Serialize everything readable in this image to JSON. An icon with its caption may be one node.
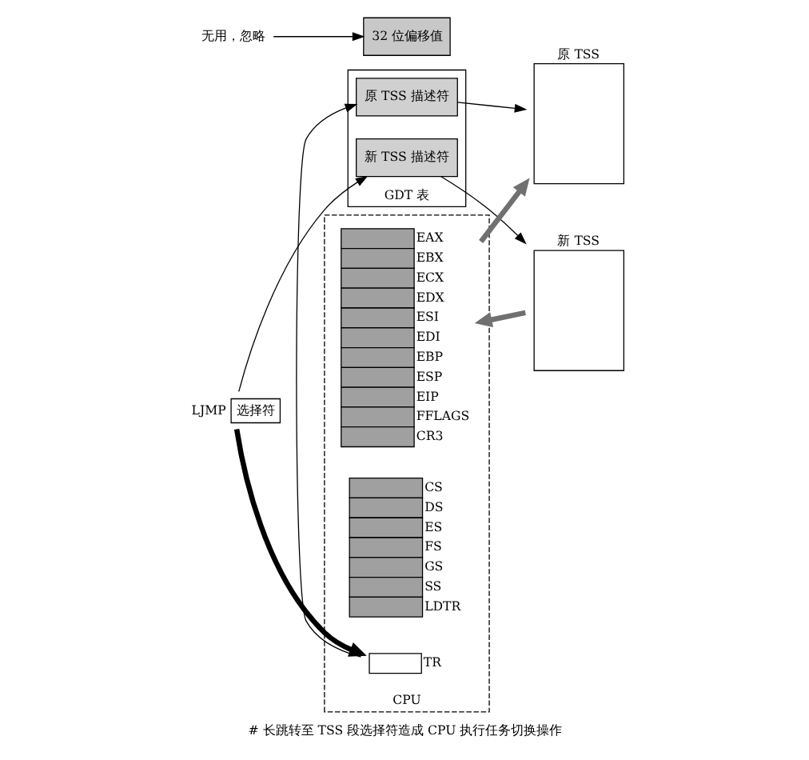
{
  "diagram": {
    "caption": "# 长跳转至 TSS 段选择符造成 CPU 执行任务切换操作",
    "nodes": [
      {
        "text": [
          "原 TSS"
        ]
      },
      {
        "text": [
          "新 TSS"
        ]
      },
      {
        "text": [
          "GDT 表"
        ]
      },
      {
        "text": [
          "原 TSS 描述符"
        ],
        "in": 2
      },
      {
        "text": [
          "新 TSS 描述符"
        ],
        "in": 2
      },
      {
        "text": [
          "CPU"
        ]
      },
      {
        "text": [],
        "shape": "box",
        "in": 5,
        "beside": [
          "EAX",
          "EBX",
          "ECX",
          "EDX",
          "ESI",
          "EDI",
          "EBP",
          "ESP",
          "EIP",
          "FFLAGS",
          "CR3"
        ]
      },
      {
        "text": [],
        "shape": "box",
        "in": 5,
        "beside": [
          "CS",
          "DS",
          "ES",
          "FS",
          "GS",
          "SS",
          "LDTR"
        ]
      },
      {
        "text": [],
        "shape": "box",
        "in": 5,
        "beside": [
          "TR"
        ]
      },
      {
        "text": [
          "选择符"
        ],
        "beside": [
          "LJMP"
        ]
      },
      {
        "text": [
          "32 位偏移值"
        ]
      },
      {
        "text": [
          "无用，忽略"
        ]
      }
    ],
    "edges": [
      {
        "from": 6,
        "to": 0,
        "arrow": "to",
        "style": "thick",
        "color": "#707070"
      },
      {
        "from": 1,
        "to": 6,
        "arrow": "to",
        "style": "thick",
        "color": "#707070"
      },
      {
        "from": 3,
        "to": 0,
        "arrow": "to"
      },
      {
        "from": 4,
        "to": 1,
        "arrow": "to"
      },
      {
        "from": 8,
        "to": 3,
        "arrow": "to"
      },
      {
        "from": 9,
        "to": 4,
        "arrow": "to"
      },
      {
        "from": 9,
        "to": 8,
        "arrow": "to",
        "style": "thick"
      },
      {
        "from": 11,
        "to": 10,
        "arrow": "to"
      }
    ]
  }
}
